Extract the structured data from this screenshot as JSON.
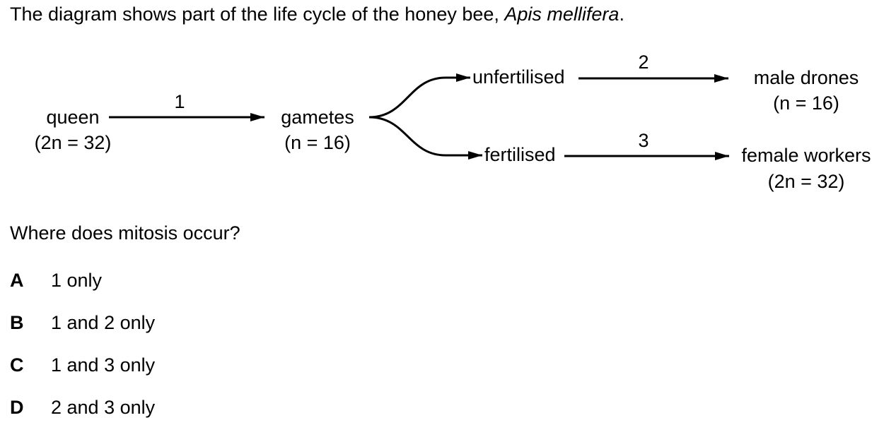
{
  "question": {
    "intro_prefix": "The diagram shows part of the life cycle of the honey bee, ",
    "species": "Apis mellifera",
    "intro_suffix": ".",
    "prompt": "Where does mitosis occur?"
  },
  "diagram": {
    "nodes": {
      "queen": {
        "label": "queen",
        "sub": "(2n = 32)"
      },
      "gametes": {
        "label": "gametes",
        "sub": "(n = 16)"
      },
      "unfertilised": {
        "label": "unfertilised"
      },
      "fertilised": {
        "label": "fertilised"
      },
      "drones": {
        "label": "male drones",
        "sub": "(n = 16)"
      },
      "workers": {
        "label": "female workers",
        "sub": "(2n = 32)"
      }
    },
    "arrows": {
      "a1": "1",
      "a2": "2",
      "a3": "3"
    }
  },
  "options": [
    {
      "letter": "A",
      "text": "1 only"
    },
    {
      "letter": "B",
      "text": "1 and 2 only"
    },
    {
      "letter": "C",
      "text": "1 and 3 only"
    },
    {
      "letter": "D",
      "text": "2 and 3 only"
    }
  ]
}
